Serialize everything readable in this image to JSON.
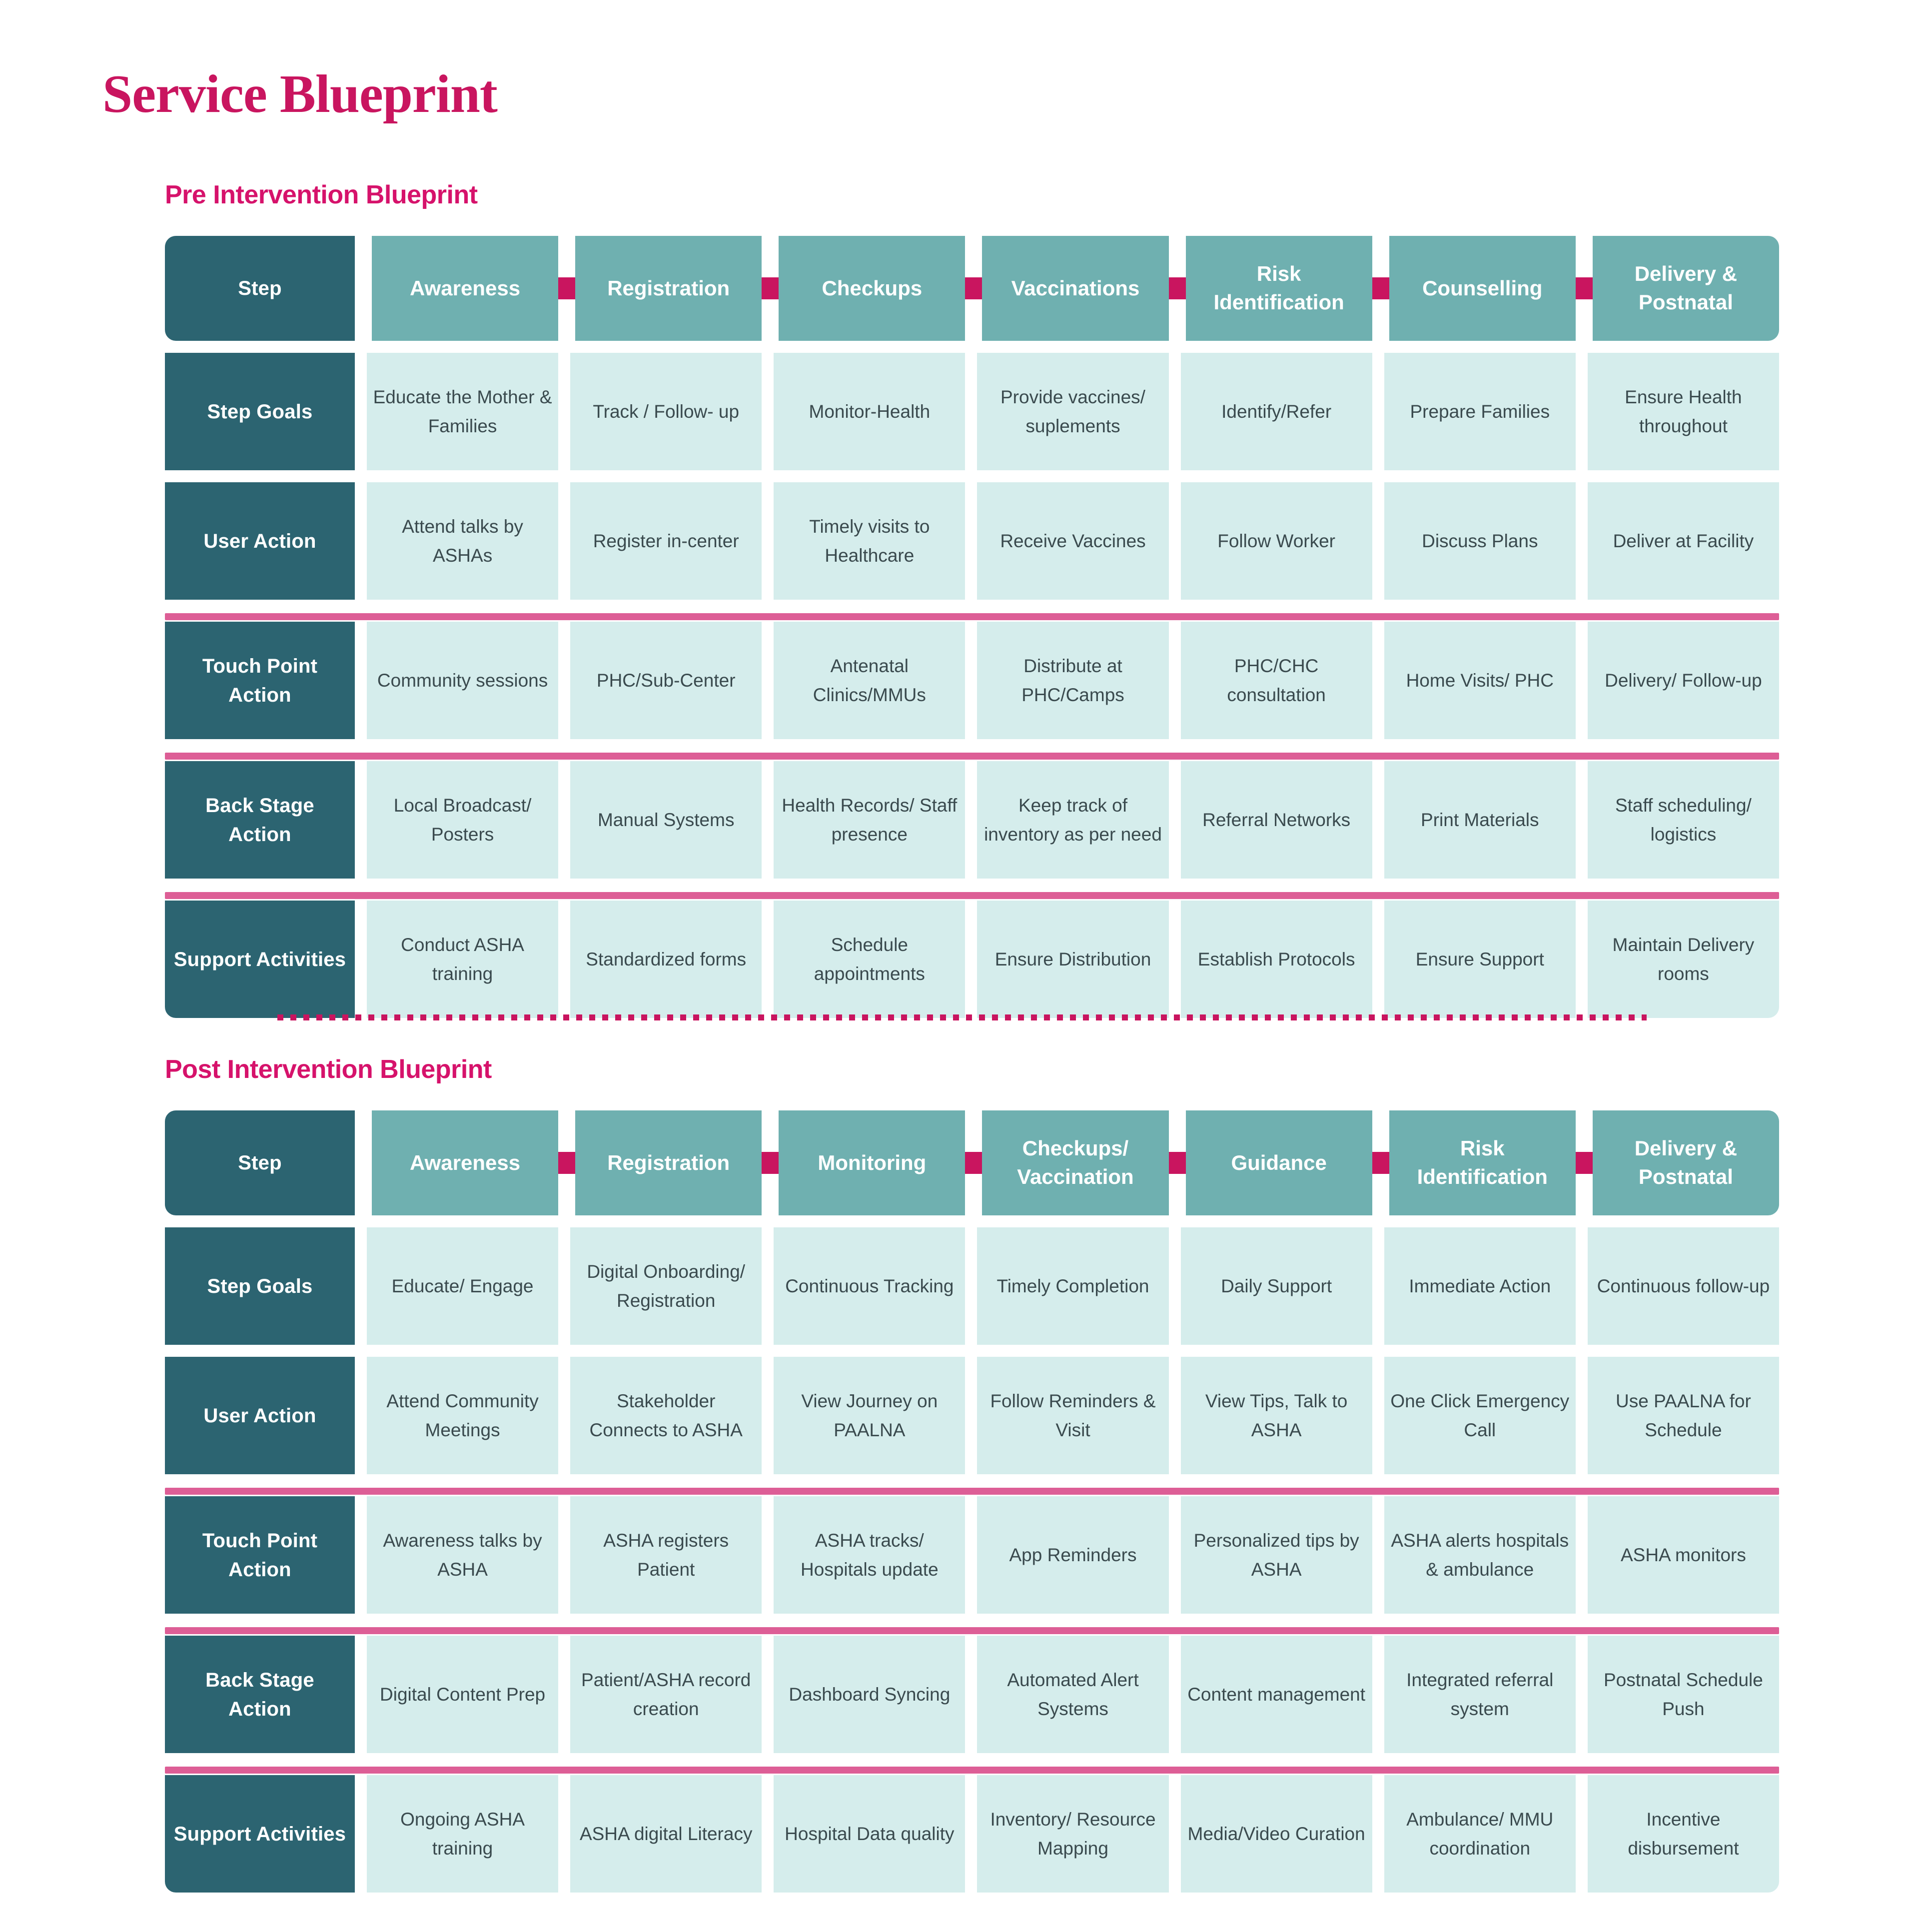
{
  "page": {
    "title": "Service Blueprint",
    "accent_crimson": "#C9155F",
    "accent_pink": "#DD5E96",
    "dark_teal": "#2C6471",
    "mid_teal": "#6FB0B0",
    "light_teal": "#D5EDEC"
  },
  "sections": [
    {
      "id": "pre",
      "title": "Pre Intervention Blueprint",
      "row_labels": [
        "Step",
        "Step Goals",
        "User Action",
        "Touch Point Action",
        "Back Stage Action",
        "Support Activities"
      ],
      "columns": [
        "Awareness",
        "Registration",
        "Checkups",
        "Vaccinations",
        "Risk Identification",
        "Counselling",
        "Delivery & Postnatal"
      ],
      "rows": [
        {
          "label": "Step Goals",
          "cells": [
            "Educate the Mother & Families",
            "Track / Follow- up",
            "Monitor-Health",
            "Provide vaccines/ suplements",
            "Identify/Refer",
            "Prepare Families",
            "Ensure Health throughout"
          ]
        },
        {
          "label": "User Action",
          "cells": [
            "Attend talks by ASHAs",
            "Register in-center",
            "Timely visits to Healthcare",
            "Receive Vaccines",
            "Follow Worker",
            "Discuss Plans",
            "Deliver at Facility"
          ]
        },
        {
          "label": "Touch Point Action",
          "cells": [
            "Community sessions",
            "PHC/Sub-Center",
            "Antenatal Clinics/MMUs",
            "Distribute at PHC/Camps",
            "PHC/CHC consultation",
            "Home Visits/ PHC",
            "Delivery/ Follow-up"
          ]
        },
        {
          "label": "Back Stage Action",
          "cells": [
            "Local Broadcast/ Posters",
            "Manual Systems",
            "Health Records/ Staff presence",
            "Keep track of inventory as per need",
            "Referral Networks",
            "Print Materials",
            "Staff scheduling/ logistics"
          ]
        },
        {
          "label": "Support Activities",
          "cells": [
            "Conduct ASHA training",
            "Standardized forms",
            "Schedule appointments",
            "Ensure Distribution",
            "Establish Protocols",
            "Ensure Support",
            "Maintain Delivery rooms"
          ]
        }
      ]
    },
    {
      "id": "post",
      "title": "Post Intervention Blueprint",
      "row_labels": [
        "Step",
        "Step Goals",
        "User Action",
        "Touch Point Action",
        "Back Stage Action",
        "Support Activities"
      ],
      "columns": [
        "Awareness",
        "Registration",
        "Monitoring",
        "Checkups/ Vaccination",
        "Guidance",
        "Risk Identification",
        "Delivery & Postnatal"
      ],
      "rows": [
        {
          "label": "Step Goals",
          "cells": [
            "Educate/ Engage",
            "Digital Onboarding/ Registration",
            "Continuous Tracking",
            "Timely Completion",
            "Daily Support",
            "Immediate Action",
            "Continuous follow-up"
          ]
        },
        {
          "label": "User Action",
          "cells": [
            "Attend Community Meetings",
            "Stakeholder Connects to ASHA",
            "View Journey on PAALNA",
            "Follow Reminders & Visit",
            "View Tips, Talk to ASHA",
            "One Click Emergency Call",
            "Use PAALNA for Schedule"
          ]
        },
        {
          "label": "Touch Point Action",
          "cells": [
            "Awareness talks by ASHA",
            "ASHA registers Patient",
            "ASHA tracks/ Hospitals update",
            "App Reminders",
            "Personalized tips by ASHA",
            "ASHA alerts hospitals & ambulance",
            "ASHA monitors"
          ]
        },
        {
          "label": "Back Stage Action",
          "cells": [
            "Digital Content Prep",
            "Patient/ASHA record creation",
            "Dashboard Syncing",
            "Automated Alert Systems",
            "Content management",
            "Integrated referral system",
            "Postnatal Schedule Push"
          ]
        },
        {
          "label": "Support Activities",
          "cells": [
            "Ongoing ASHA training",
            "ASHA digital Literacy",
            "Hospital Data quality",
            "Inventory/ Resource Mapping",
            "Media/Video Curation",
            "Ambulance/ MMU coordination",
            "Incentive disbursement"
          ]
        }
      ]
    }
  ]
}
